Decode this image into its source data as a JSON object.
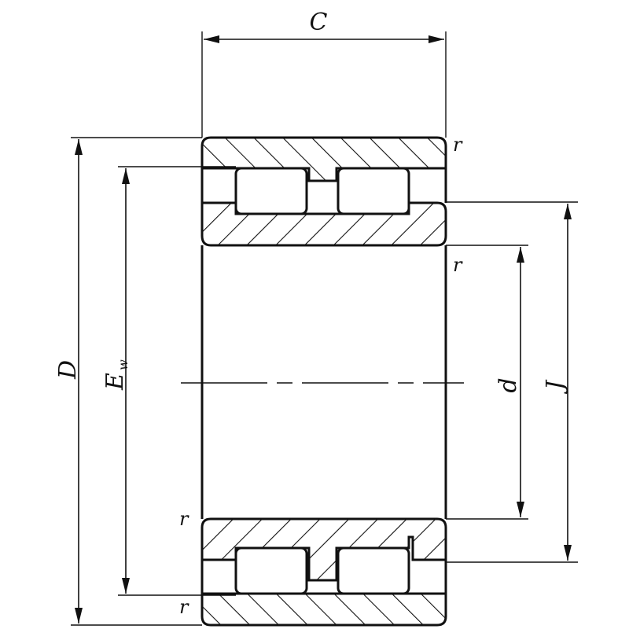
{
  "labels": {
    "C": "C",
    "D": "D",
    "Ew_main": "E",
    "Ew_sub": "w",
    "d": "d",
    "J": "J",
    "r": "r"
  },
  "colors": {
    "line": "#111111",
    "background": "#ffffff"
  }
}
